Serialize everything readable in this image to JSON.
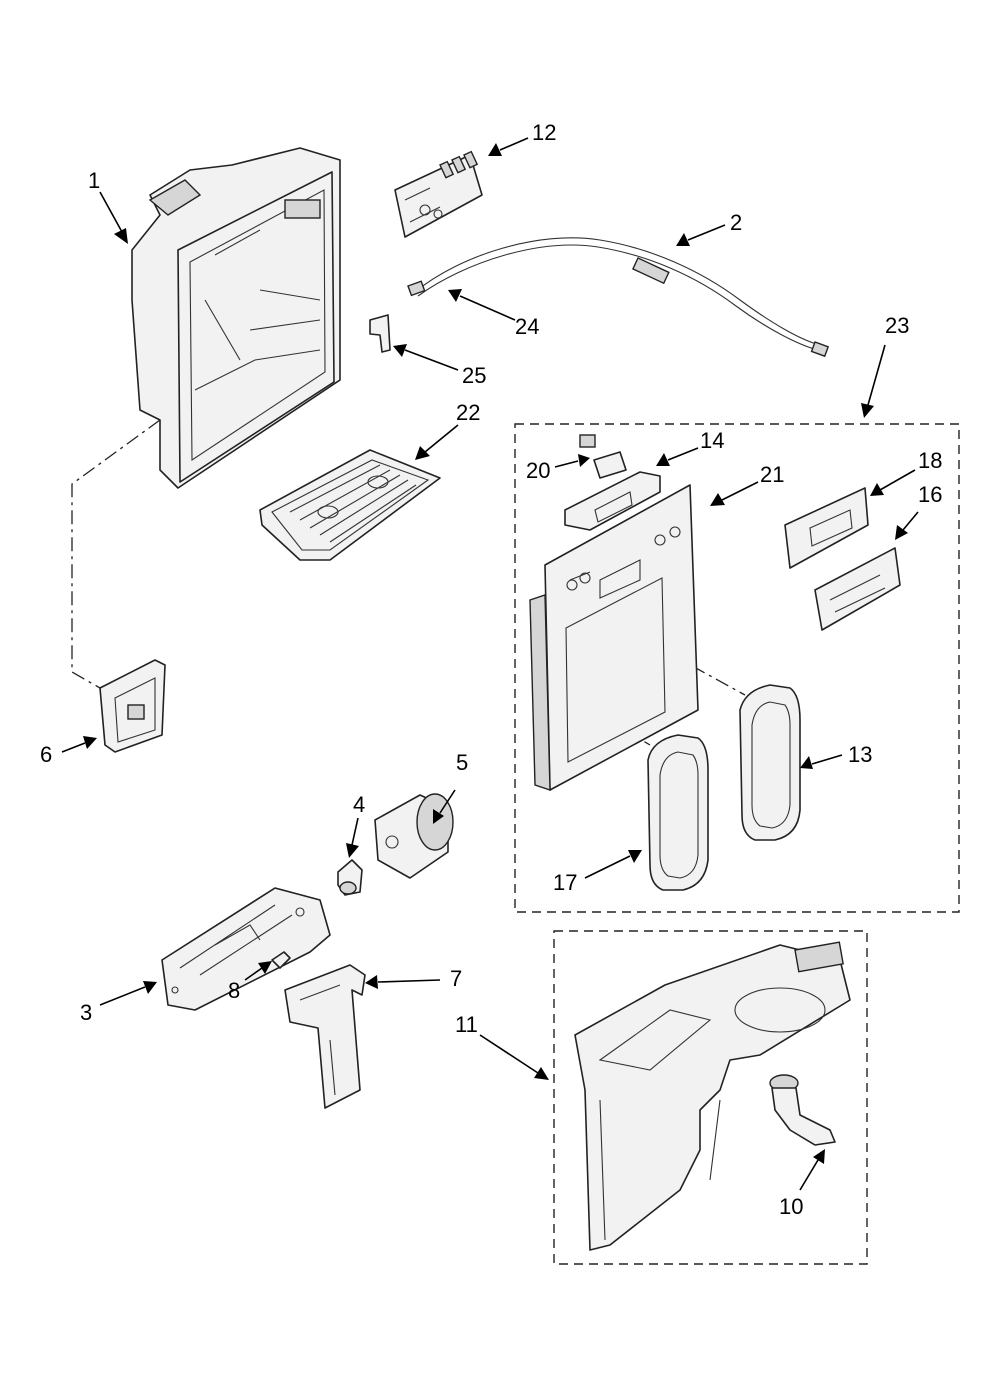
{
  "callouts": {
    "c1": "1",
    "c2": "2",
    "c3": "3",
    "c4": "4",
    "c5": "5",
    "c6": "6",
    "c7": "7",
    "c8": "8",
    "c10": "10",
    "c11": "11",
    "c12": "12",
    "c13": "13",
    "c14": "14",
    "c16": "16",
    "c17": "17",
    "c18": "18",
    "c20": "20",
    "c21": "21",
    "c22": "22",
    "c23": "23",
    "c24": "24",
    "c25": "25"
  }
}
